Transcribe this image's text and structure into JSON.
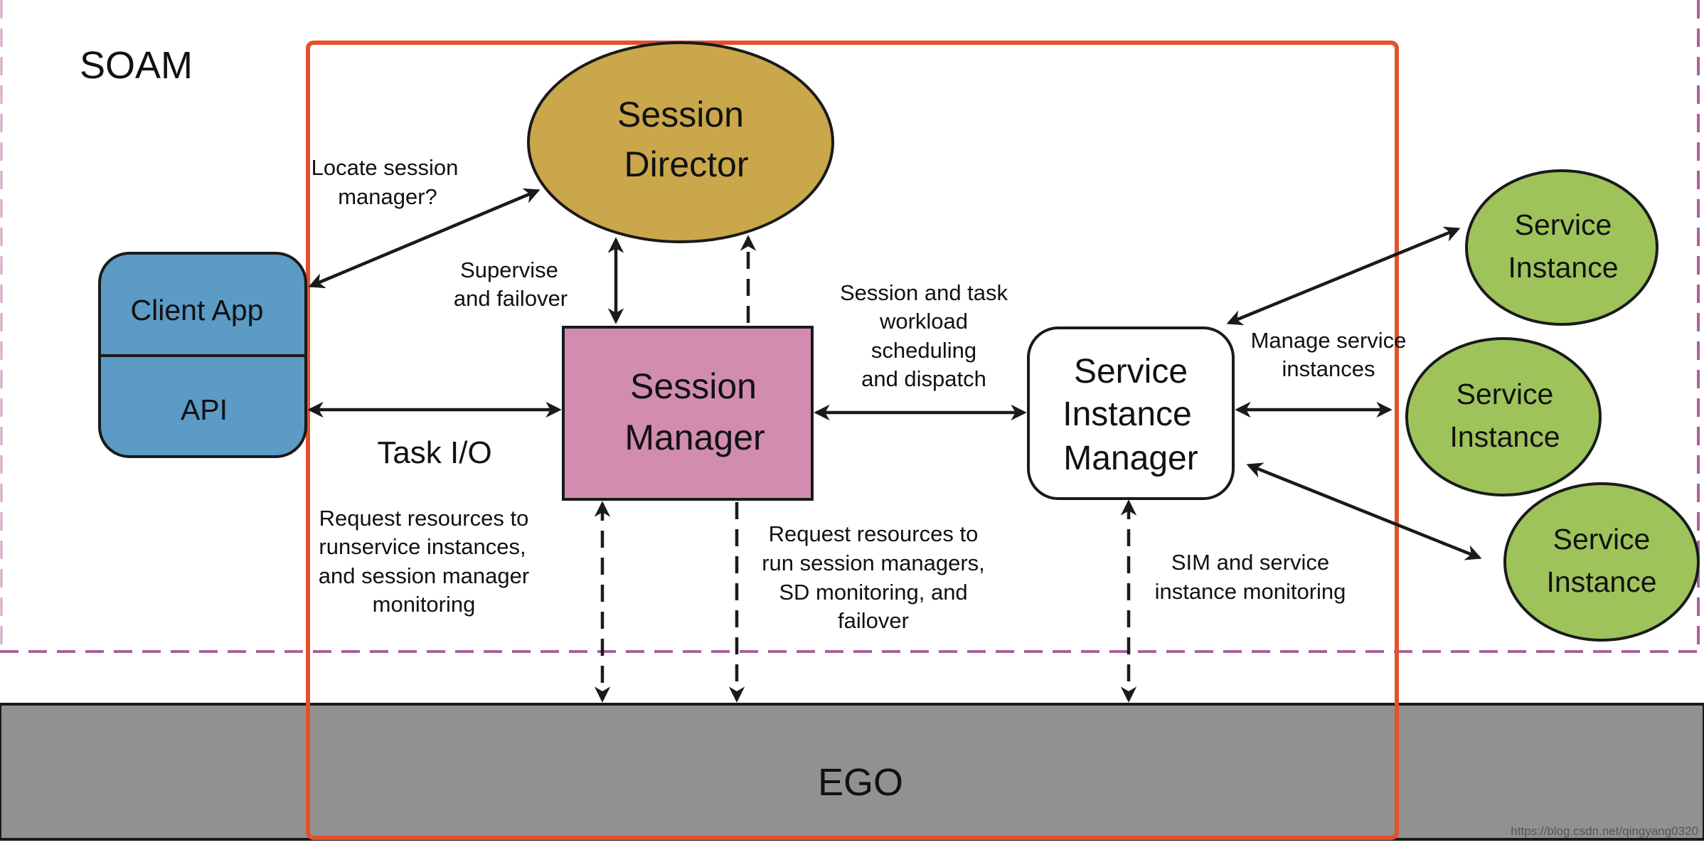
{
  "soam_label": "SOAM",
  "ego_label": "EGO",
  "client": {
    "app_label": "Client App",
    "api_label": "API"
  },
  "session_director": {
    "line1": "Session",
    "line2": "Director"
  },
  "session_manager": {
    "line1": "Session",
    "line2": "Manager"
  },
  "sim": {
    "line1": "Service",
    "line2": "Instance",
    "line3": "Manager"
  },
  "service_instances": [
    {
      "line1": "Service",
      "line2": "Instance"
    },
    {
      "line1": "Service",
      "line2": "Instance"
    },
    {
      "line1": "Service",
      "line2": "Instance"
    }
  ],
  "labels": {
    "locate": [
      "Locate session",
      "manager?"
    ],
    "supervise": [
      "Supervise",
      "and failover"
    ],
    "task_io": "Task I/O",
    "scheduling": [
      "Session and task",
      "workload",
      "scheduling",
      "and dispatch"
    ],
    "manage": [
      "Manage service",
      "instances"
    ],
    "request_sim": [
      "Request resources to",
      "runservice instances,",
      "and session manager",
      "monitoring"
    ],
    "request_sm": [
      "Request resources to",
      "run session managers,",
      "SD monitoring, and",
      "failover"
    ],
    "sim_monitoring": [
      "SIM and service",
      "instance monitoring"
    ]
  },
  "watermark": "https://blog.csdn.net/qingyang0320",
  "colors": {
    "session_director": "#c9a74a",
    "session_manager": "#d18cb0",
    "client": "#5b9bc6",
    "service_instance": "#9ec35b",
    "ego": "#919290",
    "orange_border": "#e4502c",
    "soam_dashed": "#a8629a"
  }
}
